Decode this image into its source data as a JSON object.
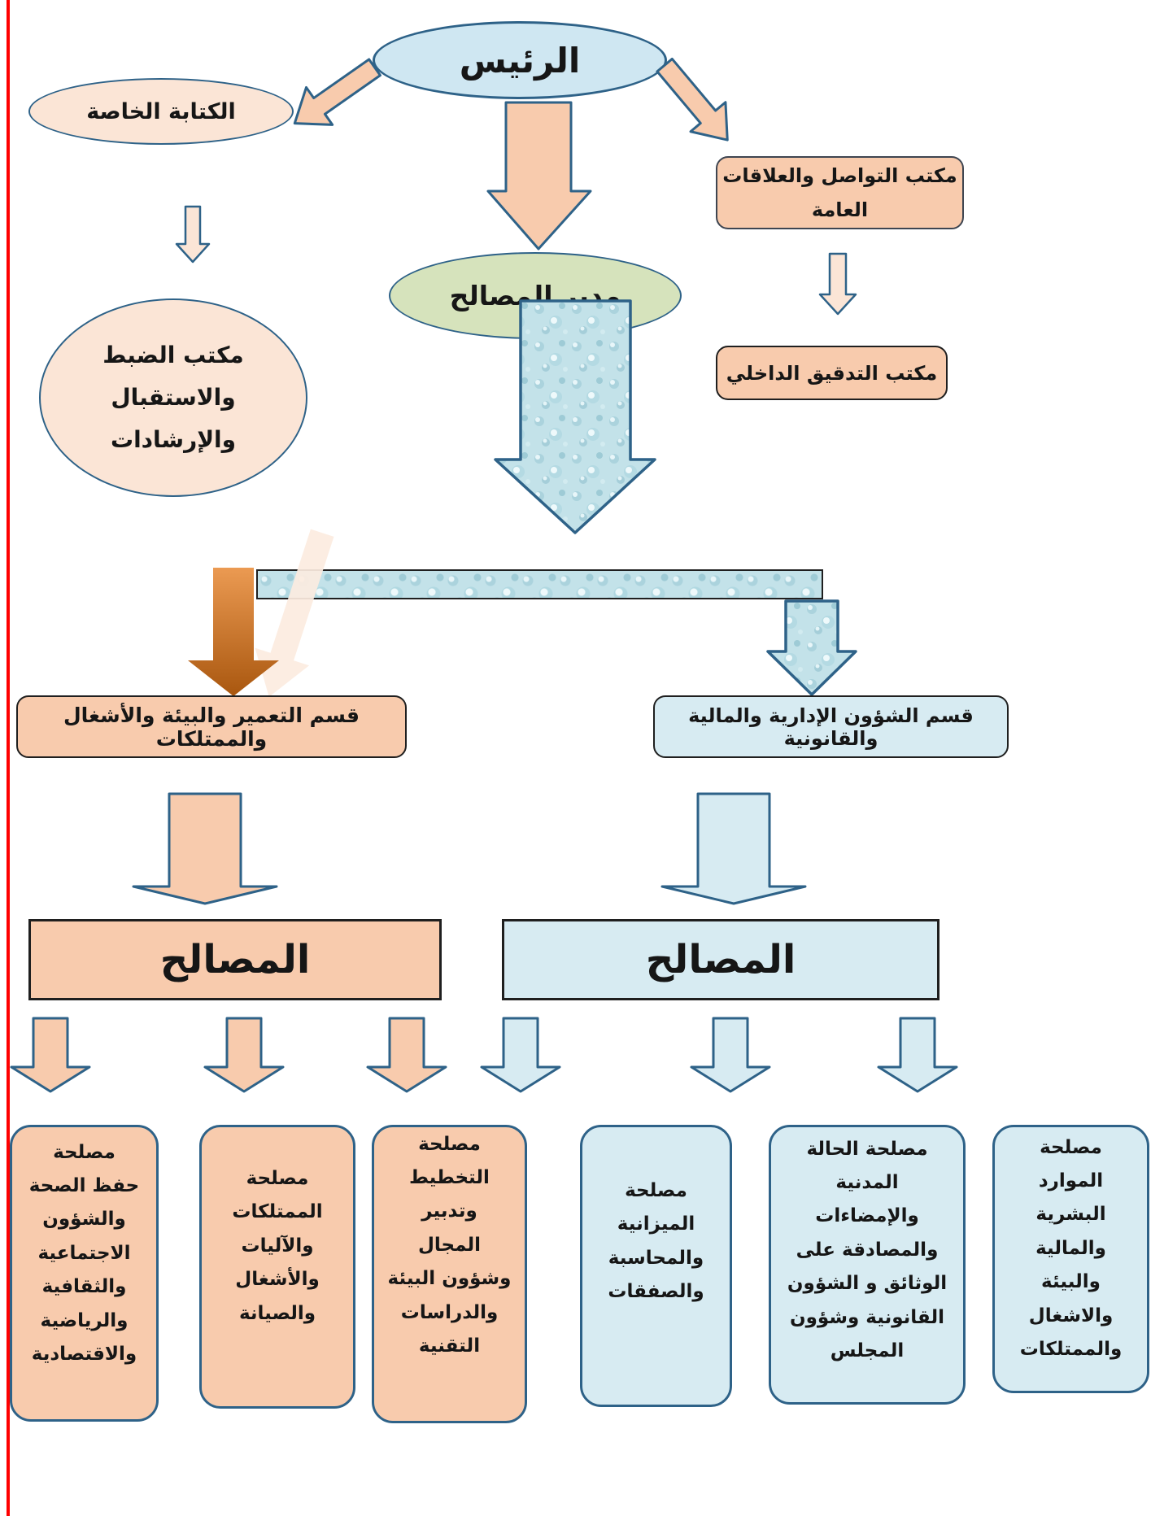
{
  "colors": {
    "accent_border": "#2e6288",
    "orange_fill": "#f8cbad",
    "peach_fill": "#fbe5d6",
    "green_fill": "#d6e3bc",
    "header_blue_fill": "#cfe7f2",
    "blue_box_fill": "#d7ebf2",
    "margin_line_red": "#ff0000",
    "orange_gradient_start": "#eb9a52",
    "orange_gradient_end": "#a9570f"
  },
  "nodes": {
    "president": "الرئيس",
    "private_secretariat": "الكتابة الخاصة",
    "director": "مدير المصالح",
    "communication_office": "مكتب التواصل والعلاقات\nالعامة",
    "registry_office": "مكتب الضبط\nوالاستقبال\nوالإرشادات",
    "audit_office": "مكتب التدقيق الداخلي",
    "urbanism_division": "قسم التعمير والبيئة والأشغال والممتلكات",
    "admin_division": "قسم الشؤون الإدارية والمالية والقانونية",
    "services_header_left": "المصالح",
    "services_header_right": "المصالح",
    "service_health": "مصلحة\nحفظ الصحة\nوالشؤون\nالاجتماعية\nوالثقافية\nوالرياضية\nوالاقتصادية",
    "service_assets": "مصلحة\nالممتلكات\nوالآليات\nوالأشغال\nوالصيانة",
    "service_planning": "مصلحة\nالتخطيط\nوتدبير\nالمجال\nوشؤون البيئة\nوالدراسات\nالتقنية",
    "service_budget": "مصلحة\nالميزانية\nوالمحاسبة\nوالصفقات",
    "service_civil_status": "مصلحة الحالة\nالمدنية\nوالإمضاءات\nوالمصادقة على\nالوثائق و الشؤون\nالقانونية وشؤون\nالمجلس",
    "service_hr": "مصلحة\nالموارد\nالبشرية\nوالمالية\nوالبيئة\nوالاشغال\nوالممتلكات"
  }
}
